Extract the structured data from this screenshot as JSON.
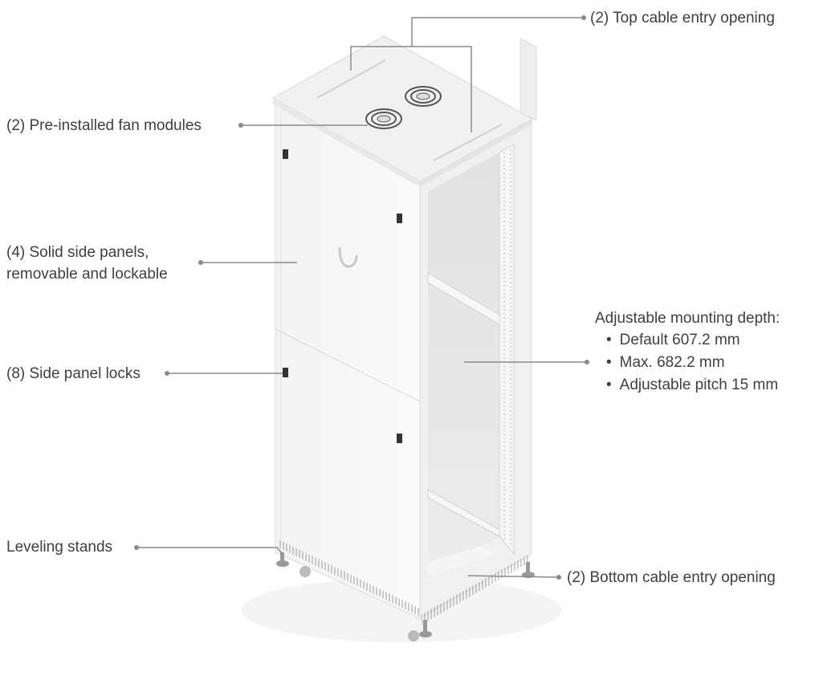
{
  "labels": {
    "top_cable": "(2) Top cable entry opening",
    "fans": "(2) Pre-installed fan modules",
    "side_panels_line1": "(4) Solid side panels,",
    "side_panels_line2": "removable and lockable",
    "locks": "(8) Side panel locks",
    "leveling": "Leveling stands",
    "bottom_cable": "(2) Bottom cable entry opening",
    "depth_title": "Adjustable mounting depth:",
    "depth_items": [
      "Default 607.2 mm",
      "Max. 682.2 mm",
      "Adjustable pitch 15 mm"
    ],
    "bullet": "•"
  },
  "colors": {
    "text": "#3f3f3f",
    "leader": "#8a8a8a"
  }
}
